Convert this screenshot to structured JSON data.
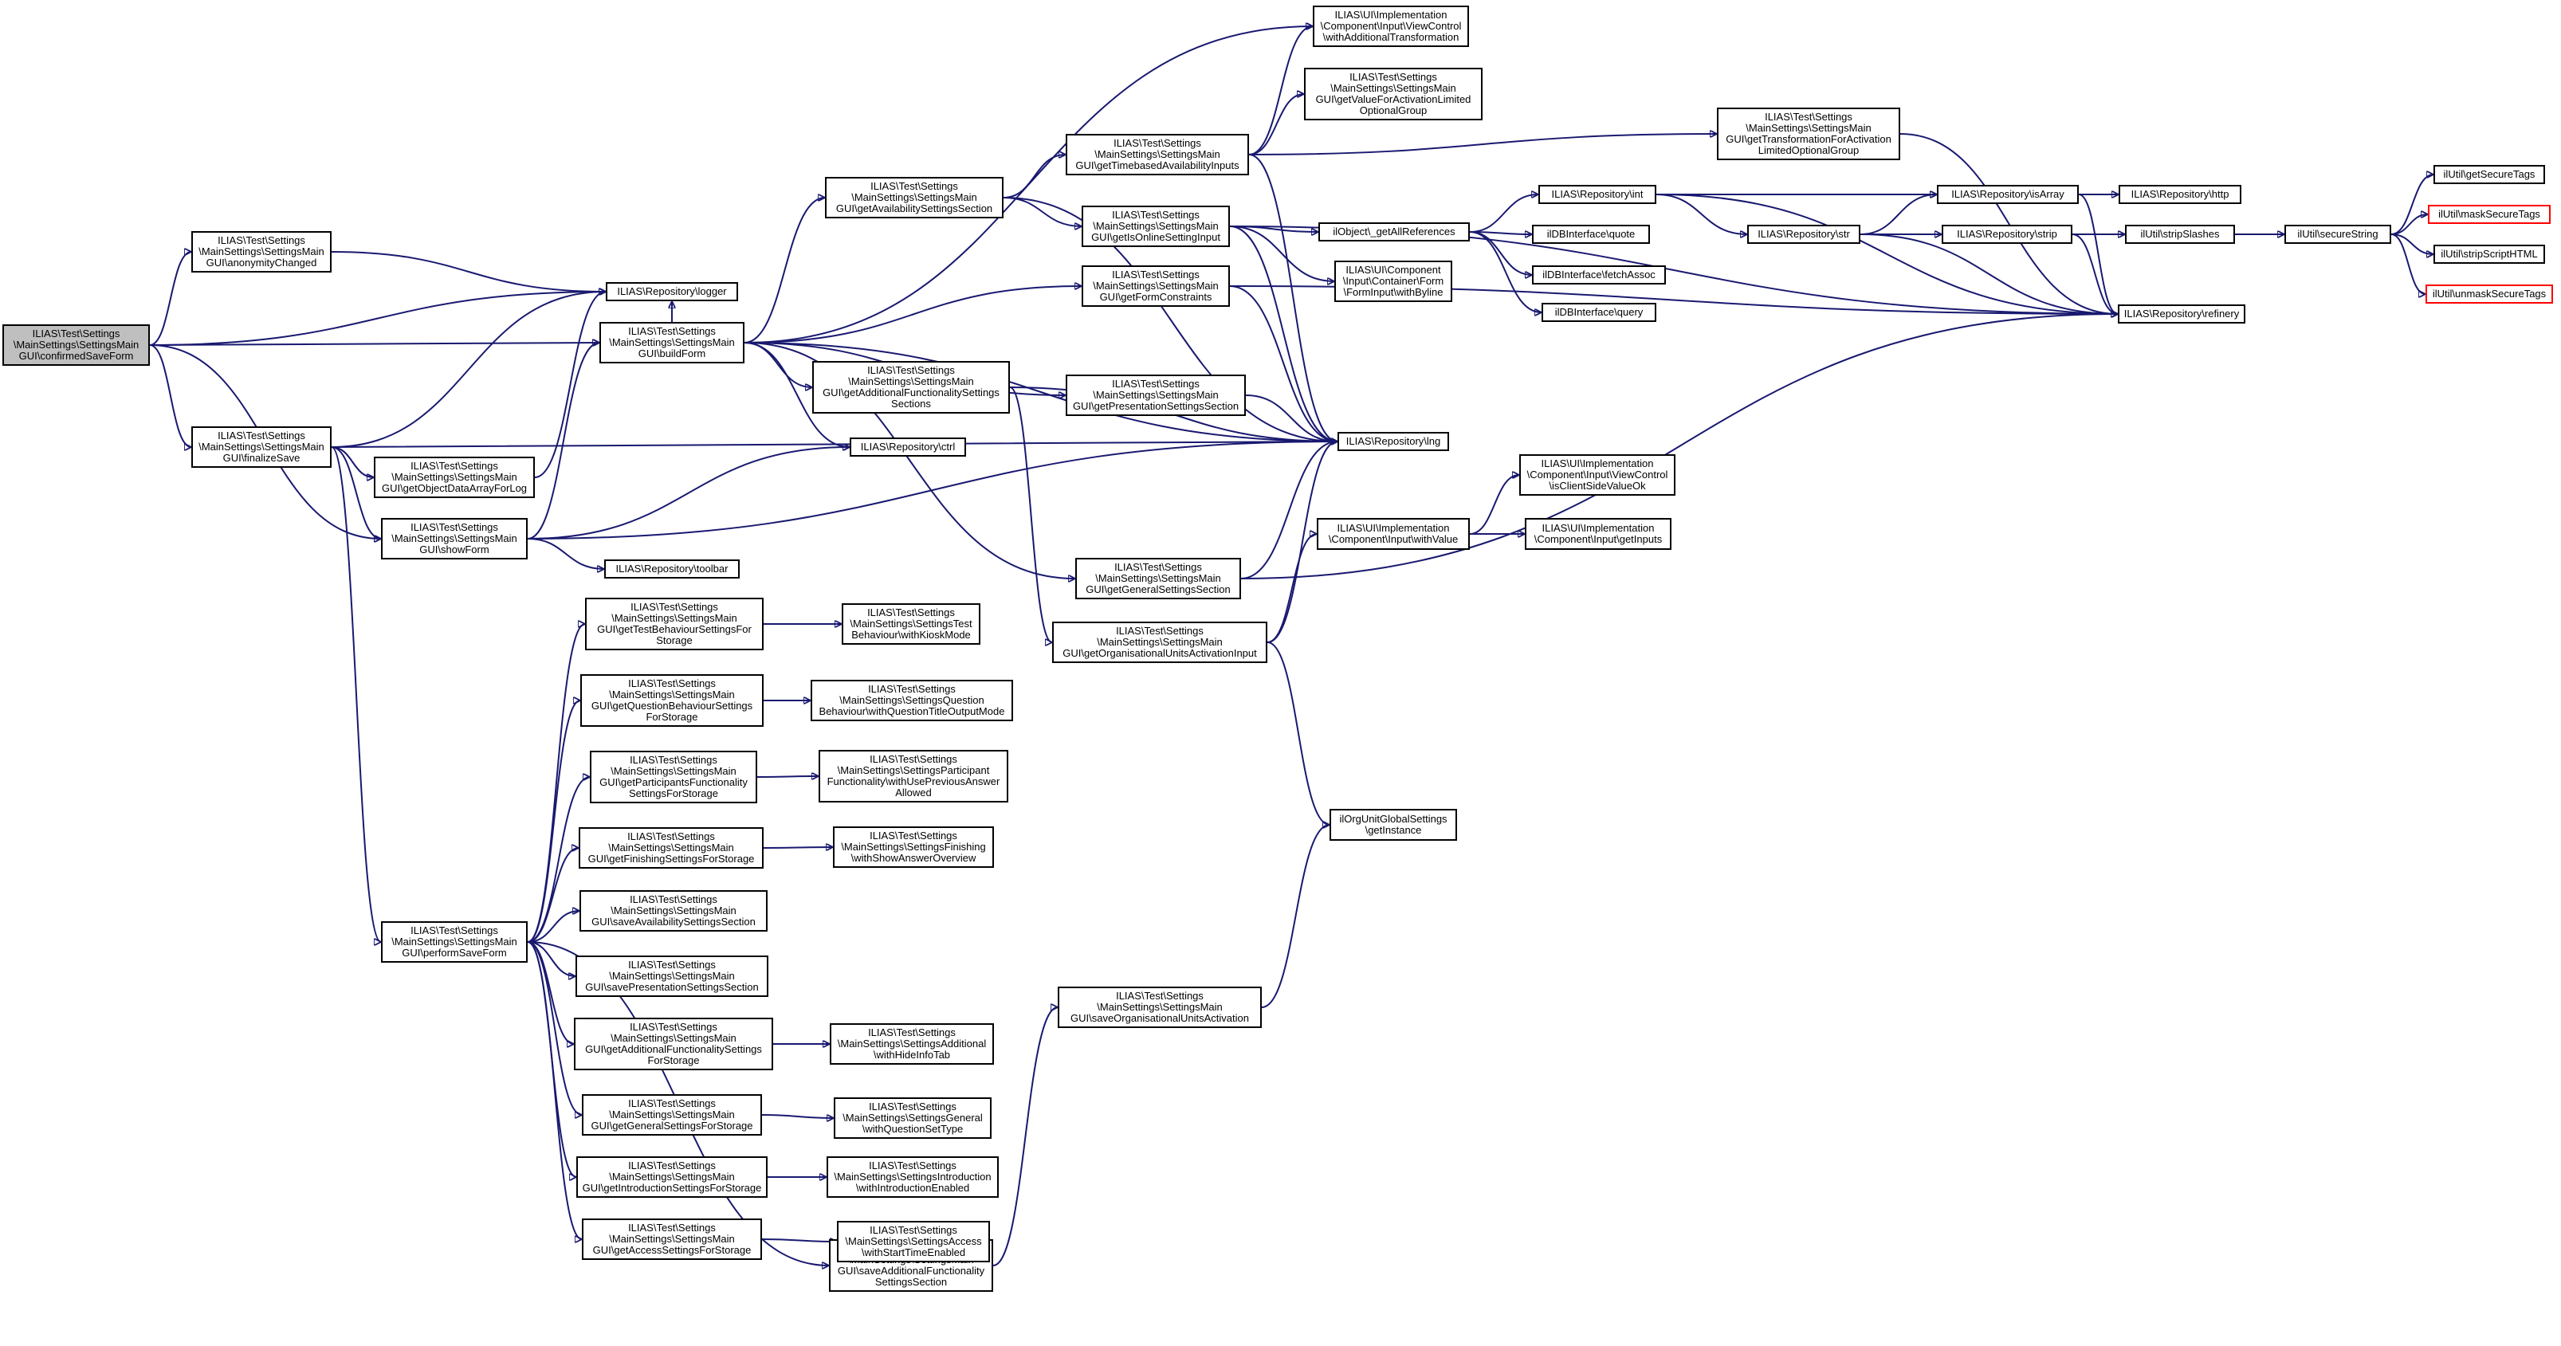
{
  "graph": {
    "nodes": {
      "confirmedSaveForm": "ILIAS\\Test\\Settings\n\\MainSettings\\SettingsMain\nGUI\\confirmedSaveForm",
      "anonymityChanged": "ILIAS\\Test\\Settings\n\\MainSettings\\SettingsMain\nGUI\\anonymityChanged",
      "finalizeSave": "ILIAS\\Test\\Settings\n\\MainSettings\\SettingsMain\nGUI\\finalizeSave",
      "logger": "ILIAS\\Repository\\logger",
      "buildForm": "ILIAS\\Test\\Settings\n\\MainSettings\\SettingsMain\nGUI\\buildForm",
      "getObjectDataArrayForLog": "ILIAS\\Test\\Settings\n\\MainSettings\\SettingsMain\nGUI\\getObjectDataArrayForLog",
      "showForm": "ILIAS\\Test\\Settings\n\\MainSettings\\SettingsMain\nGUI\\showForm",
      "performSaveForm": "ILIAS\\Test\\Settings\n\\MainSettings\\SettingsMain\nGUI\\performSaveForm",
      "getAvailabilitySettingsSection": "ILIAS\\Test\\Settings\n\\MainSettings\\SettingsMain\nGUI\\getAvailabilitySettingsSection",
      "getAdditionalFunctionalitySettingsSections": "ILIAS\\Test\\Settings\n\\MainSettings\\SettingsMain\nGUI\\getAdditionalFunctionalitySettings\nSections",
      "ctrl": "ILIAS\\Repository\\ctrl",
      "toolbar": "ILIAS\\Repository\\toolbar",
      "getTimebasedAvailabilityInputs": "ILIAS\\Test\\Settings\n\\MainSettings\\SettingsMain\nGUI\\getTimebasedAvailabilityInputs",
      "getIsOnlineSettingInput": "ILIAS\\Test\\Settings\n\\MainSettings\\SettingsMain\nGUI\\getIsOnlineSettingInput",
      "getFormConstraints": "ILIAS\\Test\\Settings\n\\MainSettings\\SettingsMain\nGUI\\getFormConstraints",
      "getPresentationSettingsSection": "ILIAS\\Test\\Settings\n\\MainSettings\\SettingsMain\nGUI\\getPresentationSettingsSection",
      "getGeneralSettingsSection": "ILIAS\\Test\\Settings\n\\MainSettings\\SettingsMain\nGUI\\getGeneralSettingsSection",
      "getOrganisationalUnitsActivationInput": "ILIAS\\Test\\Settings\n\\MainSettings\\SettingsMain\nGUI\\getOrganisationalUnitsActivationInput",
      "withAdditionalTransformation": "ILIAS\\UI\\Implementation\n\\Component\\Input\\ViewControl\n\\withAdditionalTransformation",
      "getValueForActivationLimitedOptionalGroup": "ILIAS\\Test\\Settings\n\\MainSettings\\SettingsMain\nGUI\\getValueForActivationLimited\nOptionalGroup",
      "getTransformationForActivationLimitedOptionalGroup": "ILIAS\\Test\\Settings\n\\MainSettings\\SettingsMain\nGUI\\getTransformationForActivation\nLimitedOptionalGroup",
      "getAllReferences": "ilObject\\_getAllReferences",
      "withByline": "ILIAS\\UI\\Component\n\\Input\\Container\\Form\n\\FormInput\\withByline",
      "lng": "ILIAS\\Repository\\lng",
      "withValue": "ILIAS\\UI\\Implementation\n\\Component\\Input\\withValue",
      "isClientSideValueOk": "ILIAS\\UI\\Implementation\n\\Component\\Input\\ViewControl\n\\isClientSideValueOk",
      "getInputs": "ILIAS\\UI\\Implementation\n\\Component\\Input\\getInputs",
      "repoInt": "ILIAS\\Repository\\int",
      "quote": "ilDBInterface\\quote",
      "fetchAssoc": "ilDBInterface\\fetchAssoc",
      "query": "ilDBInterface\\query",
      "repoStr": "ILIAS\\Repository\\str",
      "isArray": "ILIAS\\Repository\\isArray",
      "strip": "ILIAS\\Repository\\strip",
      "http": "ILIAS\\Repository\\http",
      "stripSlashes": "ilUtil\\stripSlashes",
      "refinery": "ILIAS\\Repository\\refinery",
      "secureString": "ilUtil\\secureString",
      "getSecureTags": "ilUtil\\getSecureTags",
      "maskSecureTags": "ilUtil\\maskSecureTags",
      "stripScriptHTML": "ilUtil\\stripScriptHTML",
      "unmaskSecureTags": "ilUtil\\unmaskSecureTags",
      "getTestBehaviourSettingsForStorage": "ILIAS\\Test\\Settings\n\\MainSettings\\SettingsMain\nGUI\\getTestBehaviourSettingsFor\nStorage",
      "getQuestionBehaviourSettingsForStorage": "ILIAS\\Test\\Settings\n\\MainSettings\\SettingsMain\nGUI\\getQuestionBehaviourSettings\nForStorage",
      "getParticipantsFunctionalitySettingsForStorage": "ILIAS\\Test\\Settings\n\\MainSettings\\SettingsMain\nGUI\\getParticipantsFunctionality\nSettingsForStorage",
      "getFinishingSettingsForStorage": "ILIAS\\Test\\Settings\n\\MainSettings\\SettingsMain\nGUI\\getFinishingSettingsForStorage",
      "saveAvailabilitySettingsSection": "ILIAS\\Test\\Settings\n\\MainSettings\\SettingsMain\nGUI\\saveAvailabilitySettingsSection",
      "savePresentationSettingsSection": "ILIAS\\Test\\Settings\n\\MainSettings\\SettingsMain\nGUI\\savePresentationSettingsSection",
      "getAdditionalFunctionalitySettingsForStorage": "ILIAS\\Test\\Settings\n\\MainSettings\\SettingsMain\nGUI\\getAdditionalFunctionalitySettings\nForStorage",
      "getGeneralSettingsForStorage": "ILIAS\\Test\\Settings\n\\MainSettings\\SettingsMain\nGUI\\getGeneralSettingsForStorage",
      "getIntroductionSettingsForStorage": "ILIAS\\Test\\Settings\n\\MainSettings\\SettingsMain\nGUI\\getIntroductionSettingsForStorage",
      "getAccessSettingsForStorage": "ILIAS\\Test\\Settings\n\\MainSettings\\SettingsMain\nGUI\\getAccessSettingsForStorage",
      "saveAdditionalFunctionalitySettingsSection": "ILIAS\\Test\\Settings\n\\MainSettings\\SettingsMain\nGUI\\saveAdditionalFunctionality\nSettingsSection",
      "withKioskMode": "ILIAS\\Test\\Settings\n\\MainSettings\\SettingsTest\nBehaviour\\withKioskMode",
      "withQuestionTitleOutputMode": "ILIAS\\Test\\Settings\n\\MainSettings\\SettingsQuestion\nBehaviour\\withQuestionTitleOutputMode",
      "withUsePreviousAnswerAllowed": "ILIAS\\Test\\Settings\n\\MainSettings\\SettingsParticipant\nFunctionality\\withUsePreviousAnswer\nAllowed",
      "withShowAnswerOverview": "ILIAS\\Test\\Settings\n\\MainSettings\\SettingsFinishing\n\\withShowAnswerOverview",
      "withHideInfoTab": "ILIAS\\Test\\Settings\n\\MainSettings\\SettingsAdditional\n\\withHideInfoTab",
      "withQuestionSetType": "ILIAS\\Test\\Settings\n\\MainSettings\\SettingsGeneral\n\\withQuestionSetType",
      "withIntroductionEnabled": "ILIAS\\Test\\Settings\n\\MainSettings\\SettingsIntroduction\n\\withIntroductionEnabled",
      "withStartTimeEnabled": "ILIAS\\Test\\Settings\n\\MainSettings\\SettingsAccess\n\\withStartTimeEnabled",
      "ilOrgUnitGlobalSettingsGetInstance": "ilOrgUnitGlobalSettings\n\\getInstance",
      "saveOrganisationalUnitsActivation": "ILIAS\\Test\\Settings\n\\MainSettings\\SettingsMain\nGUI\\saveOrganisationalUnitsActivation"
    },
    "edges": [
      [
        "confirmedSaveForm",
        "anonymityChanged"
      ],
      [
        "confirmedSaveForm",
        "logger"
      ],
      [
        "confirmedSaveForm",
        "buildForm"
      ],
      [
        "confirmedSaveForm",
        "finalizeSave"
      ],
      [
        "confirmedSaveForm",
        "showForm"
      ],
      [
        "anonymityChanged",
        "logger"
      ],
      [
        "finalizeSave",
        "logger"
      ],
      [
        "finalizeSave",
        "getObjectDataArrayForLog"
      ],
      [
        "finalizeSave",
        "showForm"
      ],
      [
        "finalizeSave",
        "performSaveForm"
      ],
      [
        "finalizeSave",
        "lng"
      ],
      [
        "getObjectDataArrayForLog",
        "logger"
      ],
      [
        "showForm",
        "buildForm"
      ],
      [
        "showForm",
        "ctrl"
      ],
      [
        "showForm",
        "toolbar"
      ],
      [
        "showForm",
        "lng"
      ],
      [
        "buildForm",
        "logger"
      ],
      [
        "buildForm",
        "ctrl"
      ],
      [
        "buildForm",
        "getAvailabilitySettingsSection"
      ],
      [
        "buildForm",
        "getAdditionalFunctionalitySettingsSections"
      ],
      [
        "buildForm",
        "getFormConstraints"
      ],
      [
        "buildForm",
        "getPresentationSettingsSection"
      ],
      [
        "buildForm",
        "getGeneralSettingsSection"
      ],
      [
        "buildForm",
        "withAdditionalTransformation"
      ],
      [
        "buildForm",
        "lng"
      ],
      [
        "getAvailabilitySettingsSection",
        "getTimebasedAvailabilityInputs"
      ],
      [
        "getAvailabilitySettingsSection",
        "getIsOnlineSettingInput"
      ],
      [
        "getAvailabilitySettingsSection",
        "lng"
      ],
      [
        "getAdditionalFunctionalitySettingsSections",
        "lng"
      ],
      [
        "getAdditionalFunctionalitySettingsSections",
        "getOrganisationalUnitsActivationInput"
      ],
      [
        "getTimebasedAvailabilityInputs",
        "withAdditionalTransformation"
      ],
      [
        "getTimebasedAvailabilityInputs",
        "getValueForActivationLimitedOptionalGroup"
      ],
      [
        "getTimebasedAvailabilityInputs",
        "getTransformationForActivationLimitedOptionalGroup"
      ],
      [
        "getTimebasedAvailabilityInputs",
        "lng"
      ],
      [
        "getIsOnlineSettingInput",
        "getAllReferences"
      ],
      [
        "getIsOnlineSettingInput",
        "withByline"
      ],
      [
        "getIsOnlineSettingInput",
        "lng"
      ],
      [
        "getIsOnlineSettingInput",
        "refinery"
      ],
      [
        "getFormConstraints",
        "lng"
      ],
      [
        "getFormConstraints",
        "refinery"
      ],
      [
        "getPresentationSettingsSection",
        "lng"
      ],
      [
        "getGeneralSettingsSection",
        "lng"
      ],
      [
        "getGeneralSettingsSection",
        "refinery"
      ],
      [
        "getOrganisationalUnitsActivationInput",
        "withValue"
      ],
      [
        "getOrganisationalUnitsActivationInput",
        "lng"
      ],
      [
        "getOrganisationalUnitsActivationInput",
        "ilOrgUnitGlobalSettingsGetInstance"
      ],
      [
        "getTransformationForActivationLimitedOptionalGroup",
        "refinery"
      ],
      [
        "getAllReferences",
        "repoInt"
      ],
      [
        "getAllReferences",
        "quote"
      ],
      [
        "getAllReferences",
        "fetchAssoc"
      ],
      [
        "getAllReferences",
        "query"
      ],
      [
        "withValue",
        "isClientSideValueOk"
      ],
      [
        "withValue",
        "getInputs"
      ],
      [
        "repoInt",
        "isArray"
      ],
      [
        "repoInt",
        "repoStr"
      ],
      [
        "repoInt",
        "refinery"
      ],
      [
        "repoStr",
        "isArray"
      ],
      [
        "repoStr",
        "strip"
      ],
      [
        "repoStr",
        "refinery"
      ],
      [
        "isArray",
        "http"
      ],
      [
        "isArray",
        "refinery"
      ],
      [
        "strip",
        "stripSlashes"
      ],
      [
        "strip",
        "refinery"
      ],
      [
        "stripSlashes",
        "secureString"
      ],
      [
        "secureString",
        "getSecureTags"
      ],
      [
        "secureString",
        "maskSecureTags"
      ],
      [
        "secureString",
        "stripScriptHTML"
      ],
      [
        "secureString",
        "unmaskSecureTags"
      ],
      [
        "performSaveForm",
        "getTestBehaviourSettingsForStorage"
      ],
      [
        "performSaveForm",
        "getQuestionBehaviourSettingsForStorage"
      ],
      [
        "performSaveForm",
        "getParticipantsFunctionalitySettingsForStorage"
      ],
      [
        "performSaveForm",
        "getFinishingSettingsForStorage"
      ],
      [
        "performSaveForm",
        "saveAvailabilitySettingsSection"
      ],
      [
        "performSaveForm",
        "savePresentationSettingsSection"
      ],
      [
        "performSaveForm",
        "getAdditionalFunctionalitySettingsForStorage"
      ],
      [
        "performSaveForm",
        "getGeneralSettingsForStorage"
      ],
      [
        "performSaveForm",
        "getIntroductionSettingsForStorage"
      ],
      [
        "performSaveForm",
        "getAccessSettingsForStorage"
      ],
      [
        "performSaveForm",
        "saveAdditionalFunctionalitySettingsSection"
      ],
      [
        "getTestBehaviourSettingsForStorage",
        "withKioskMode"
      ],
      [
        "getQuestionBehaviourSettingsForStorage",
        "withQuestionTitleOutputMode"
      ],
      [
        "getParticipantsFunctionalitySettingsForStorage",
        "withUsePreviousAnswerAllowed"
      ],
      [
        "getFinishingSettingsForStorage",
        "withShowAnswerOverview"
      ],
      [
        "getAdditionalFunctionalitySettingsForStorage",
        "withHideInfoTab"
      ],
      [
        "getGeneralSettingsForStorage",
        "withQuestionSetType"
      ],
      [
        "getIntroductionSettingsForStorage",
        "withIntroductionEnabled"
      ],
      [
        "getAccessSettingsForStorage",
        "withStartTimeEnabled"
      ],
      [
        "saveAdditionalFunctionalitySettingsSection",
        "saveOrganisationalUnitsActivation"
      ],
      [
        "saveOrganisationalUnitsActivation",
        "ilOrgUnitGlobalSettingsGetInstance"
      ]
    ],
    "root": "confirmedSaveForm",
    "red_border_nodes": [
      "maskSecureTags",
      "unmaskSecureTags"
    ],
    "colors": {
      "edge": "#191970",
      "node_border": "#000000",
      "root_fill": "#bfbfbf",
      "missing_border": "#ff0000"
    }
  }
}
